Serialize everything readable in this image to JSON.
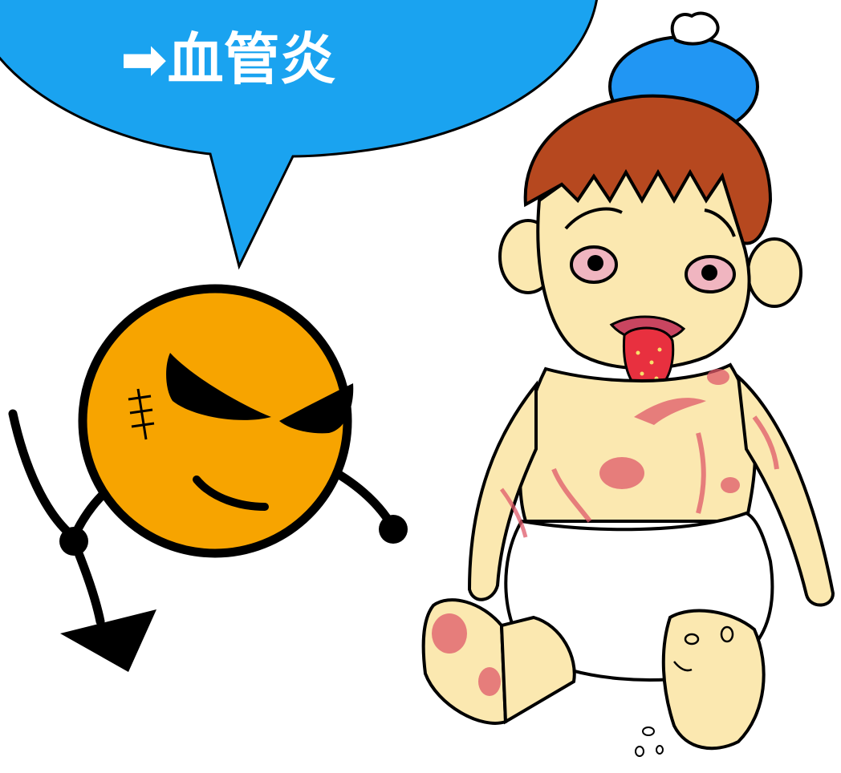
{
  "speech_bubble": {
    "text": "➡血管炎"
  },
  "colors": {
    "bubble": "#1aa3f0",
    "germ": "#f7a400",
    "skin": "#fbe8b0",
    "hair": "#b6481f",
    "ice_bag": "#2196f3",
    "rash": "#e05a6a",
    "tongue": "#e8303f",
    "outline": "#000000"
  },
  "characters": {
    "germ": "angry-germ",
    "child": "sick-child-with-rash"
  }
}
